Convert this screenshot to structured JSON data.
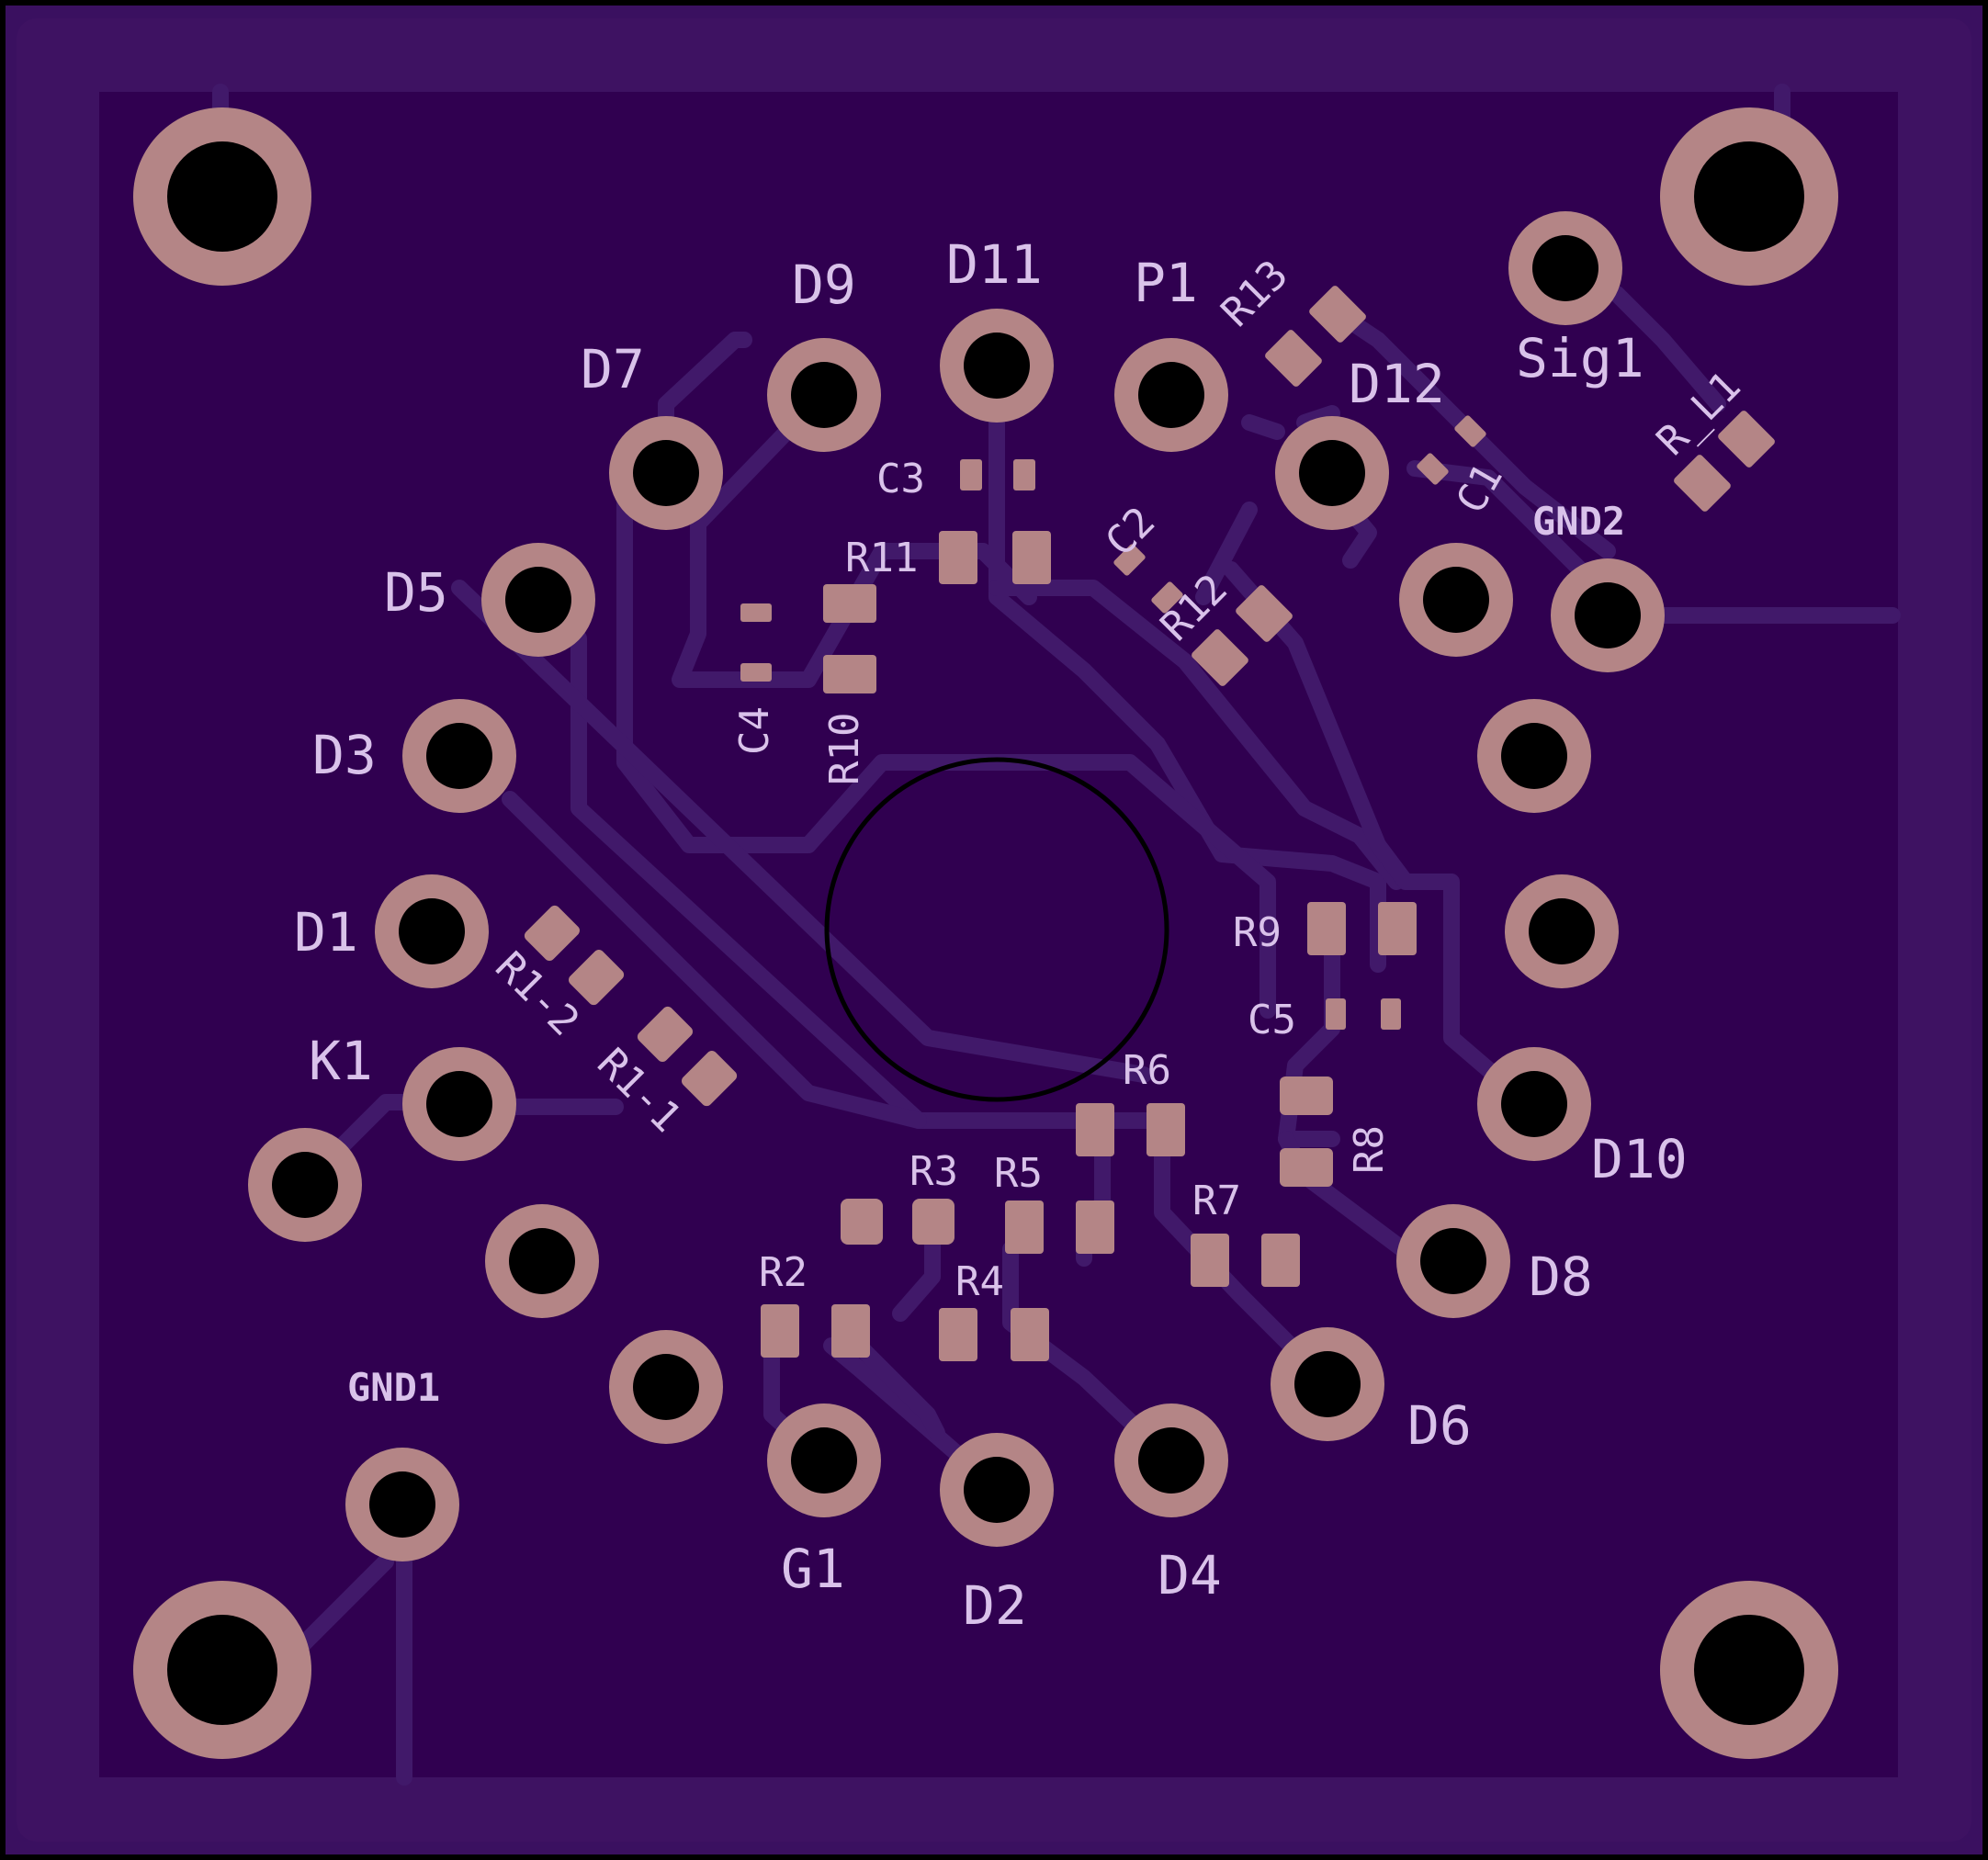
{
  "labels": {
    "D1": "D1",
    "D2": "D2",
    "D3": "D3",
    "D4": "D4",
    "D5": "D5",
    "D6": "D6",
    "D7": "D7",
    "D8": "D8",
    "D9": "D9",
    "D10": "D10",
    "D11": "D11",
    "D12": "D12",
    "P1": "P1",
    "K1": "K1",
    "G1": "G1",
    "GND1": "GND1",
    "GND2": "GND2",
    "Sig1": "Sig1",
    "C1": "C1",
    "C2": "C2",
    "C3": "C3",
    "C4": "C4",
    "C5": "C5",
    "R_L1": "R_L1",
    "R1_1": "R1-1",
    "R1_2": "R1-2",
    "R2": "R2",
    "R3": "R3",
    "R4": "R4",
    "R5": "R5",
    "R6": "R6",
    "R7": "R7",
    "R8": "R8",
    "R9": "R9",
    "R10": "R10",
    "R11": "R11",
    "R12": "R12",
    "R13": "R13"
  },
  "colors": {
    "board": "#300050",
    "edge": "#3e1262",
    "trace": "#41196a",
    "pad": "#b48586",
    "drill": "#000000",
    "silkscreen": "#d9c2ea"
  }
}
